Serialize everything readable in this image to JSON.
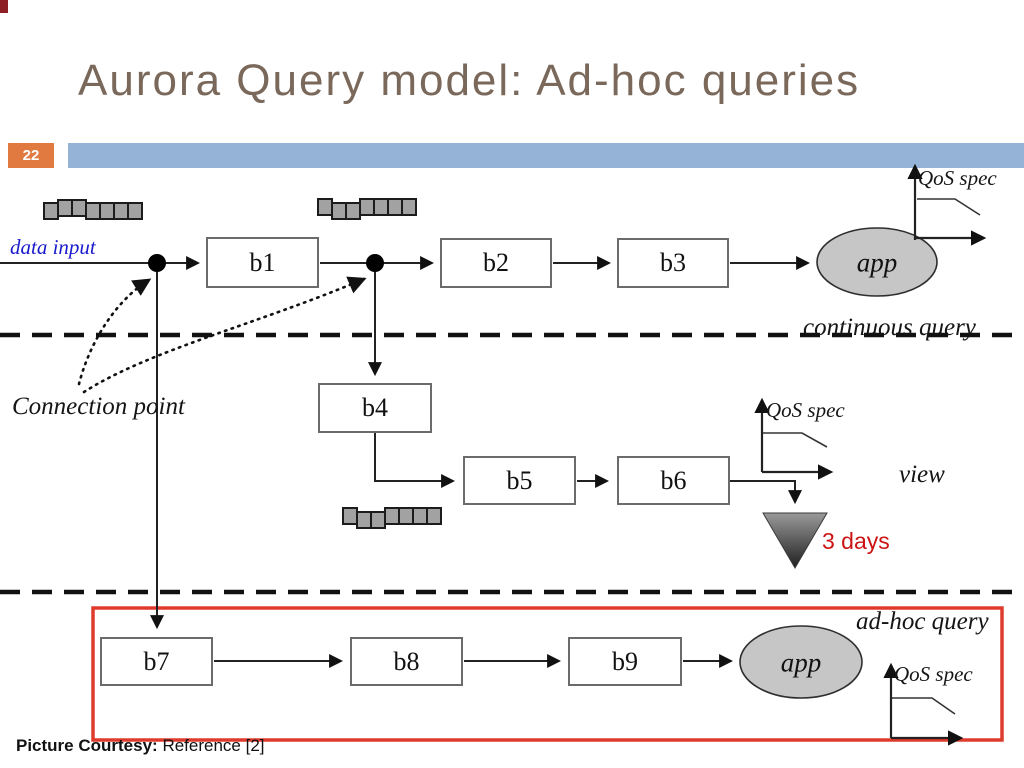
{
  "slide": {
    "title": "Aurora Query model: Ad-hoc queries",
    "slide_number": "22",
    "footer_bold": "Picture Courtesy:",
    "footer_text": "Reference [2]",
    "title_color": "#7a685a",
    "accent_orange": "#e07a41",
    "accent_blue": "#95b3d7"
  },
  "diagram": {
    "nodes": {
      "b1": "b1",
      "b2": "b2",
      "b3": "b3",
      "b4": "b4",
      "b5": "b5",
      "b6": "b6",
      "b7": "b7",
      "b8": "b8",
      "b9": "b9"
    },
    "apps": {
      "app1": "app",
      "app2": "app"
    },
    "labels": {
      "data_input": "data input",
      "connection_point": "Connection point",
      "continuous_query": "continuous query",
      "view": "view",
      "ad_hoc_query": "ad-hoc query",
      "three_days": "3 days",
      "qos_top": "QoS spec",
      "qos_mid": "QoS spec",
      "qos_bottom": "QoS spec"
    },
    "colors": {
      "data_input_blue": "#1a1acd",
      "three_days_red": "#cc1414",
      "adhoc_box_red": "#df3b2d",
      "queue_gray": "#a2a2a2",
      "app_fill": "#c6c6c6"
    }
  }
}
